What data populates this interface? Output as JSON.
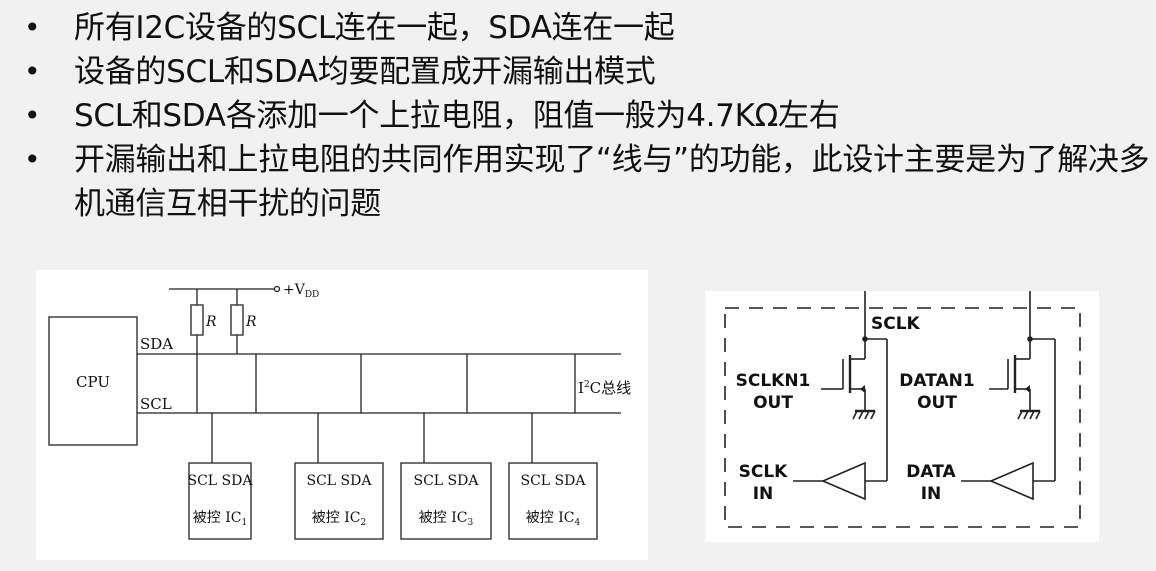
{
  "bullets": [
    {
      "text": "所有I2C设备的SCL连在一起，SDA连在一起"
    },
    {
      "text": "设备的SCL和SDA均要配置成开漏输出模式"
    },
    {
      "text": "SCL和SDA各添加一个上拉电阻，阻值一般为4.7KΩ左右"
    },
    {
      "text": "开漏输出和上拉电阻的共同作用实现了“线与”的功能，此设计主要是为了解决多机通信互相干扰的问题"
    }
  ],
  "bullet_symbol": "•",
  "bus_diagram": {
    "cpu_label": "CPU",
    "sda_label": "SDA",
    "scl_label": "SCL",
    "vdd_label": "+V",
    "vdd_sub": "DD",
    "resistor_label": "R",
    "bus_label_pre": "I",
    "bus_label_sup": "2",
    "bus_label_post": "C总线",
    "devices": [
      {
        "pins": "SCL SDA",
        "name": "被控 IC",
        "sub": "1"
      },
      {
        "pins": "SCL SDA",
        "name": "被控 IC",
        "sub": "2"
      },
      {
        "pins": "SCL SDA",
        "name": "被控 IC",
        "sub": "3"
      },
      {
        "pins": "SCL SDA",
        "name": "被控 IC",
        "sub": "4"
      }
    ]
  },
  "circuit_diagram": {
    "sclk_top": "SCLK",
    "left_out_line1": "SCLKN1",
    "left_out_line2": "OUT",
    "right_out_line1": "DATAN1",
    "right_out_line2": "OUT",
    "left_in_line1": "SCLK",
    "left_in_line2": "IN",
    "right_in_line1": "DATA",
    "right_in_line2": "IN"
  }
}
